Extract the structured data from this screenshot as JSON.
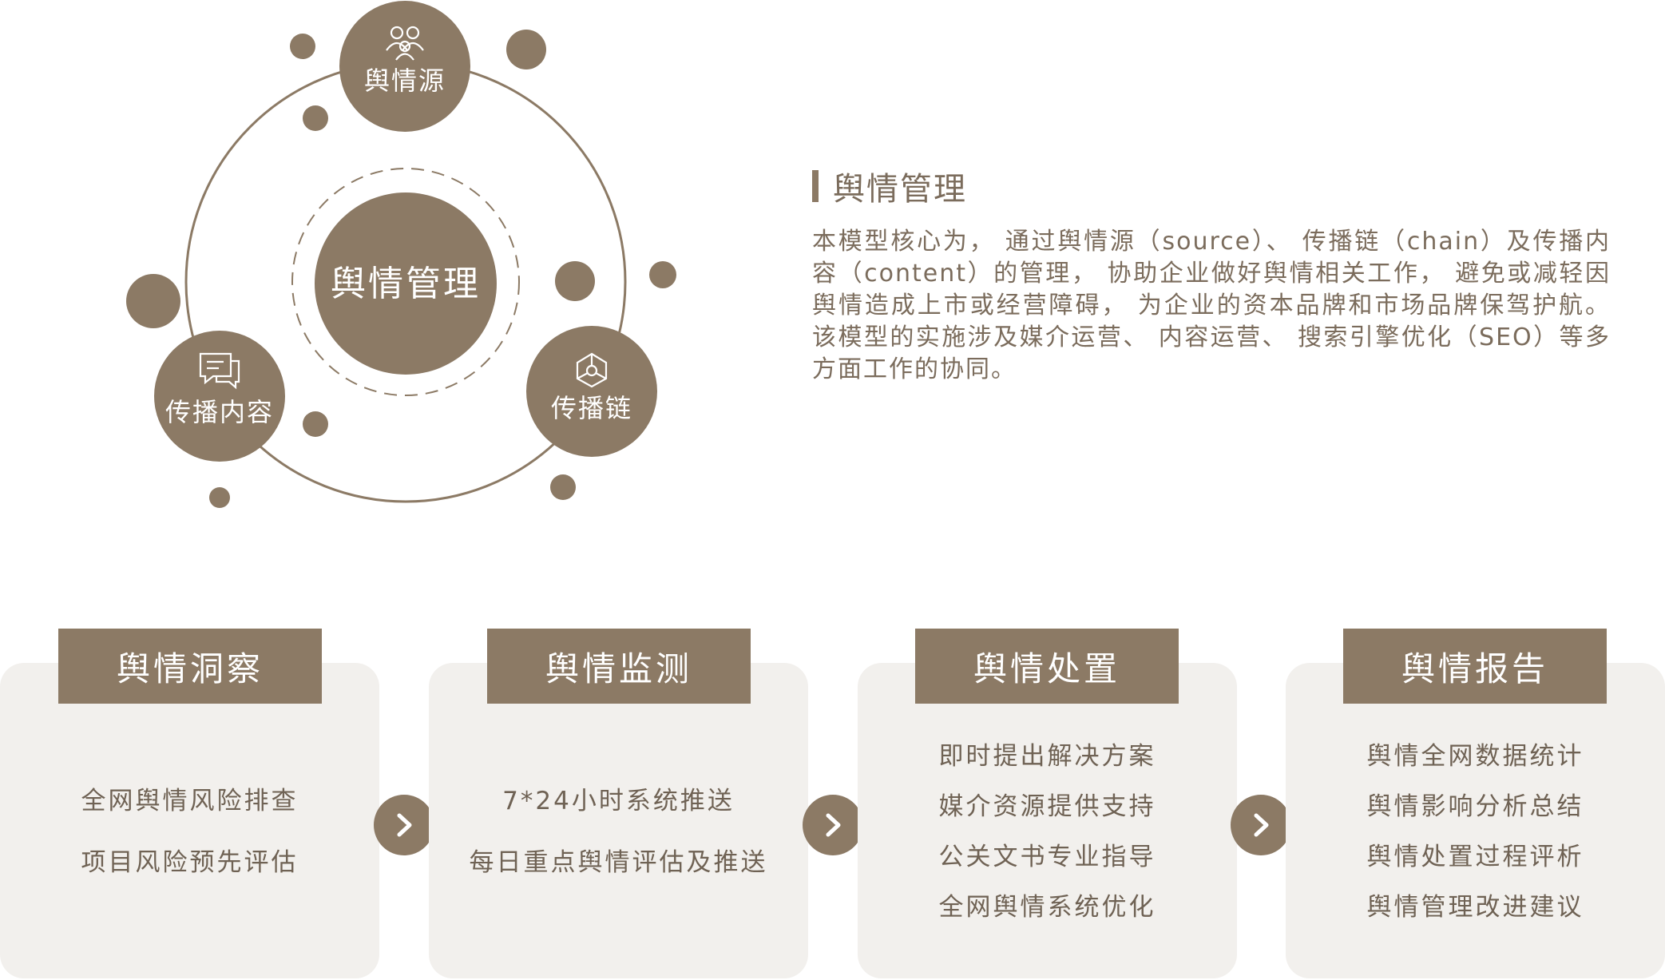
{
  "diagram": {
    "center_label": "舆情管理",
    "nodes": [
      {
        "label": "舆情源",
        "icon": "people-icon"
      },
      {
        "label": "传播链",
        "icon": "network-icon"
      },
      {
        "label": "传播内容",
        "icon": "chat-icon"
      }
    ]
  },
  "intro": {
    "title": "舆情管理",
    "body": "本模型核心为， 通过舆情源（source）、 传播链（chain）及传播内容（content）的管理， 协助企业做好舆情相关工作， 避免或减轻因舆情造成上市或经营障碍， 为企业的资本品牌和市场品牌保驾护航。该模型的实施涉及媒介运营、 内容运营、 搜索引擎优化（SEO）等多方面工作的协同。"
  },
  "steps": [
    {
      "title": "舆情洞察",
      "items": [
        "全网舆情风险排查",
        "项目风险预先评估"
      ]
    },
    {
      "title": "舆情监测",
      "items": [
        "7*24小时系统推送",
        "每日重点舆情评估及推送"
      ]
    },
    {
      "title": "舆情处置",
      "items": [
        "即时提出解决方案",
        "媒介资源提供支持",
        "公关文书专业指导",
        "全网舆情系统优化"
      ]
    },
    {
      "title": "舆情报告",
      "items": [
        "舆情全网数据统计",
        "舆情影响分析总结",
        "舆情处置过程评析",
        "舆情管理改进建议"
      ]
    }
  ],
  "colors": {
    "accent": "#8c7a65",
    "card_bg": "#f2f0ed",
    "text": "#7b6c5c"
  }
}
